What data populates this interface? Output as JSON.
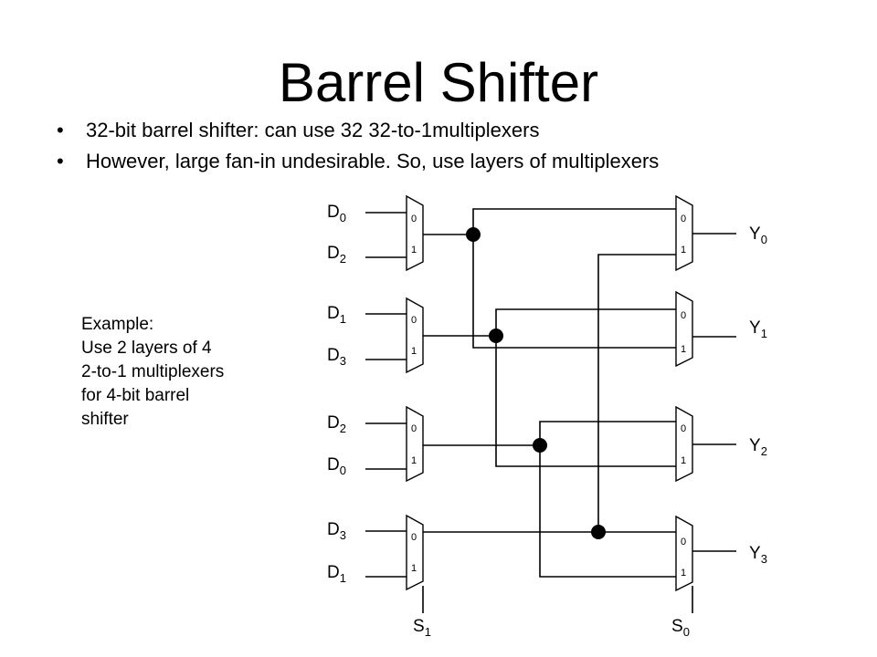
{
  "title": "Barrel Shifter",
  "bullets": [
    "32-bit barrel shifter: can use 32 32-to-1multiplexers",
    "However, large fan-in undesirable. So, use layers of multiplexers"
  ],
  "example_lines": [
    "Example:",
    "Use 2 layers of 4",
    "2-to-1 multiplexers",
    "for 4-bit barrel",
    "shifter"
  ],
  "mux_pin_labels": [
    "0",
    "1"
  ],
  "layer1_inputs": [
    {
      "top": {
        "base": "D",
        "sub": "0"
      },
      "bottom": {
        "base": "D",
        "sub": "2"
      }
    },
    {
      "top": {
        "base": "D",
        "sub": "1"
      },
      "bottom": {
        "base": "D",
        "sub": "3"
      }
    },
    {
      "top": {
        "base": "D",
        "sub": "2"
      },
      "bottom": {
        "base": "D",
        "sub": "0"
      }
    },
    {
      "top": {
        "base": "D",
        "sub": "3"
      },
      "bottom": {
        "base": "D",
        "sub": "1"
      }
    }
  ],
  "outputs": [
    {
      "base": "Y",
      "sub": "0"
    },
    {
      "base": "Y",
      "sub": "1"
    },
    {
      "base": "Y",
      "sub": "2"
    },
    {
      "base": "Y",
      "sub": "3"
    }
  ],
  "selects": [
    {
      "base": "S",
      "sub": "1"
    },
    {
      "base": "S",
      "sub": "0"
    }
  ]
}
